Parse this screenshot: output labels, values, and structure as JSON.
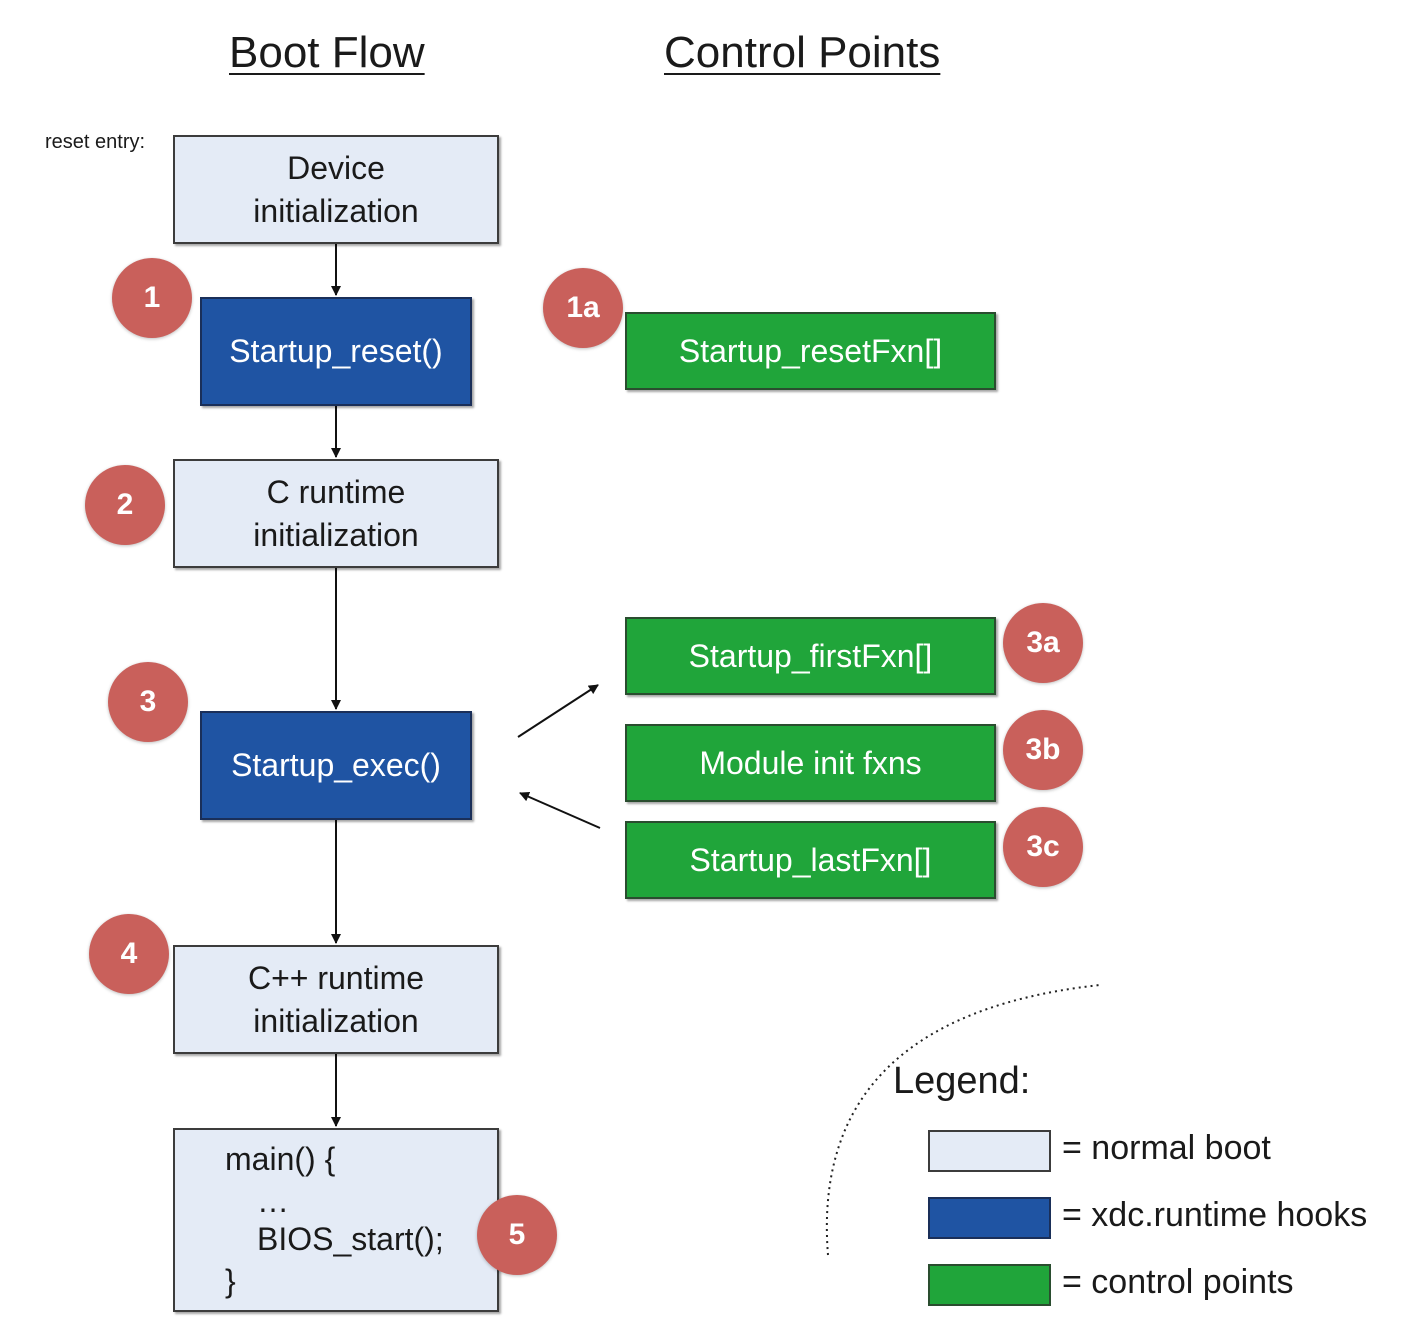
{
  "headings": {
    "boot_flow": "Boot Flow",
    "control_points": "Control Points"
  },
  "reset_entry_label": "reset entry:",
  "boot_flow": {
    "device_init": "Device\ninitialization",
    "startup_reset": "Startup_reset()",
    "c_runtime_init": "C runtime\ninitialization",
    "startup_exec": "Startup_exec()",
    "cpp_runtime_init": "C++  runtime\ninitialization",
    "main_lines": [
      "main() {",
      "…",
      "BIOS_start();",
      "}"
    ]
  },
  "control_points": {
    "reset_fxn": "Startup_resetFxn[]",
    "first_fxn": "Startup_firstFxn[]",
    "module_init": "Module init fxns",
    "last_fxn": "Startup_lastFxn[]"
  },
  "badges": {
    "b1": "1",
    "b1a": "1a",
    "b2": "2",
    "b3": "3",
    "b3a": "3a",
    "b3b": "3b",
    "b3c": "3c",
    "b4": "4",
    "b5": "5"
  },
  "legend": {
    "title": "Legend:",
    "items": [
      {
        "label": "= normal boot",
        "color": "#e4ebf6"
      },
      {
        "label": "= xdc.runtime hooks",
        "color": "#1f54a3"
      },
      {
        "label": "= control points",
        "color": "#20a53a"
      }
    ]
  },
  "colors": {
    "normal_boot": "#e4ebf6",
    "runtime_hook": "#1f54a3",
    "control_point": "#20a53a",
    "badge": "#c9605b"
  }
}
